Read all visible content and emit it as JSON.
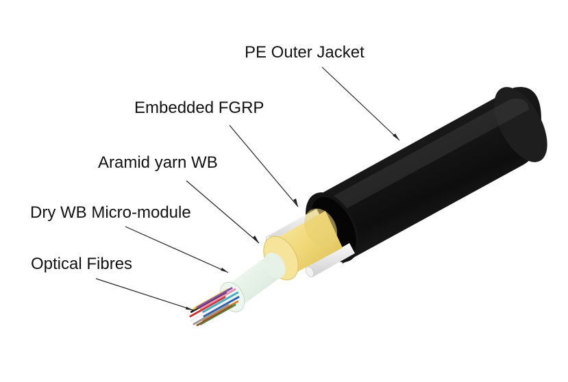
{
  "callouts": [
    {
      "label": "PE Outer Jacket"
    },
    {
      "label": "Embedded FGRP"
    },
    {
      "label": "Aramid yarn WB"
    },
    {
      "label": "Dry WB Micro-module"
    },
    {
      "label": "Optical Fibres"
    }
  ],
  "colors": {
    "jacket": "#1c1c1c",
    "aramid_yarn": "#f4e08a",
    "micro_module": "#e6f1e8",
    "fgrp_rod": "#e8e8e8",
    "leader_line": "#222222"
  },
  "fibre_colors": [
    "#2a5db0",
    "#e07b2a",
    "#3a9a4a",
    "#8a5a2a",
    "#9a9a9a",
    "#f0f0f0",
    "#d03030",
    "#222222",
    "#e8d040",
    "#8a4ab0",
    "#e890b0",
    "#40b0c0"
  ]
}
